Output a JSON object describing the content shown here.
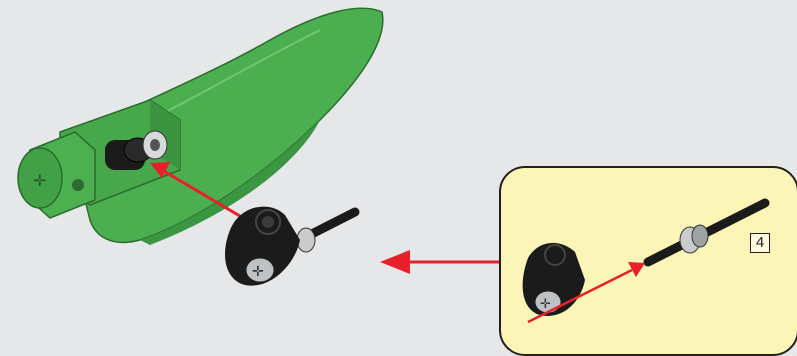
{
  "instruction_step": {
    "callout": {
      "quantity_label": "4"
    }
  },
  "colors": {
    "background": "#e6e7e9",
    "callout_fill": "#fbf5b8",
    "callout_border": "#231f20",
    "arrow": "#e8202a",
    "wing_green": "#4bae4f",
    "wing_green_dark": "#2f7f34",
    "part_black": "#1b1b1b",
    "part_grey": "#bfc2c4"
  },
  "icons": [
    "green-wing-part",
    "connector-axle-assembly",
    "axle-with-bush",
    "pin-connector",
    "red-arrow"
  ]
}
